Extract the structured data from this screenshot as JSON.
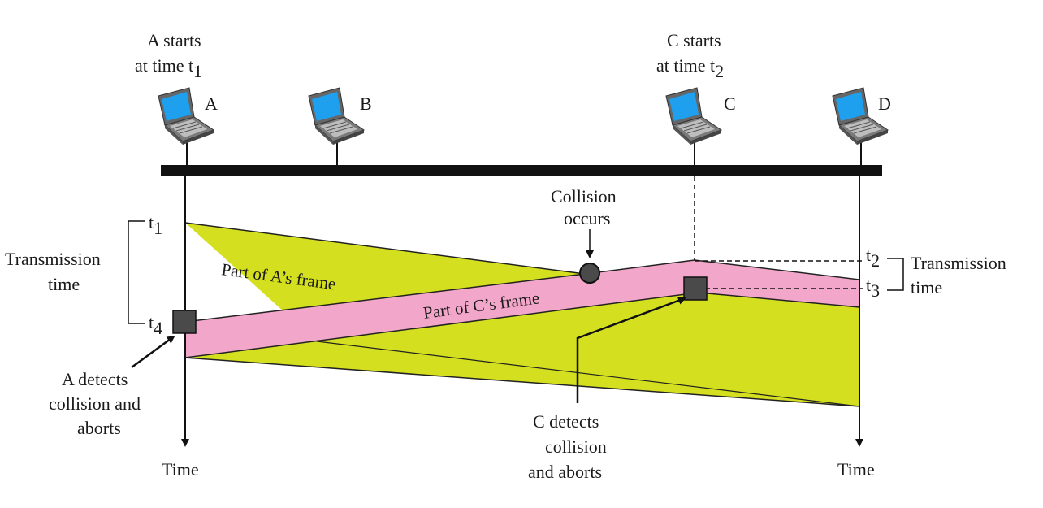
{
  "stations": [
    {
      "id": "A",
      "label": "A",
      "start_label": [
        "A starts",
        "at time t",
        "1"
      ]
    },
    {
      "id": "B",
      "label": "B"
    },
    {
      "id": "C",
      "label": "C",
      "start_label": [
        "C starts",
        "at time t",
        "2"
      ]
    },
    {
      "id": "D",
      "label": "D"
    }
  ],
  "icons": {
    "station": "laptop-icon"
  },
  "colors": {
    "frame_a": "#d4df1f",
    "frame_c": "#f2a6c9",
    "bus": "#111111",
    "marker": "#4a4a4a"
  },
  "frames": {
    "a_label": "Part of A’s frame",
    "c_label": "Part of C’s frame"
  },
  "collision": {
    "label_line1": "Collision",
    "label_line2": "occurs"
  },
  "time_marks": {
    "t1": {
      "base": "t",
      "sub": "1"
    },
    "t2": {
      "base": "t",
      "sub": "2"
    },
    "t3": {
      "base": "t",
      "sub": "3"
    },
    "t4": {
      "base": "t",
      "sub": "4"
    }
  },
  "transmission_left": {
    "line1": "Transmission",
    "line2": "time"
  },
  "transmission_right": {
    "line1": "Transmission",
    "line2": "time"
  },
  "a_detects": [
    "A detects",
    "collision and",
    "aborts"
  ],
  "c_detects": [
    "C detects",
    "collision",
    "and aborts"
  ],
  "time_axis_label": "Time"
}
